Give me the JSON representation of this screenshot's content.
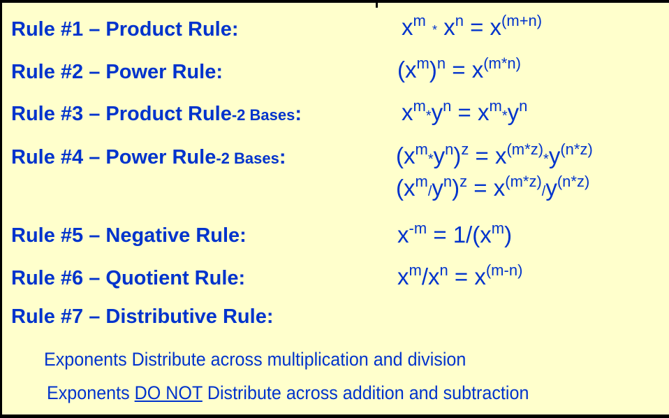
{
  "colors": {
    "background": "#ffffcc",
    "text": "#0033cc",
    "border": "#000000"
  },
  "rules": [
    {
      "label": "Rule #1 – Product Rule:",
      "formula": "x^m * x^n = x^(m+n)"
    },
    {
      "label": "Rule #2 – Power Rule:",
      "formula": "(x^m)^n = x^(m*n)"
    },
    {
      "label": "Rule #3 – Product Rule",
      "label_suffix": "-2 Bases",
      "label_colon": ":",
      "formula": "x^m*y^n = x^m*y^n"
    },
    {
      "label": "Rule #4 – Power Rule",
      "label_suffix": "-2 Bases",
      "label_colon": ":",
      "formula": "(x^m*y^n)^z = x^(m*z)*y^(n*z)",
      "formula_2": "(x^m/y^n)^z = x^(m*z)/y^(n*z)"
    },
    {
      "label": "Rule #5 – Negative Rule:",
      "formula": "x^-m = 1/(x^m)"
    },
    {
      "label": "Rule #6 – Quotient Rule:",
      "formula": "x^m/x^n = x^(m-n)"
    },
    {
      "label": "Rule #7 – Distributive Rule:"
    }
  ],
  "tokens": {
    "x": "x",
    "y": "y",
    "m": "m",
    "n": "n",
    "z": "z",
    "neg_m": "-m",
    "star": "*",
    "slash": "/",
    "eq": " = ",
    "lp": "(",
    "rp": ")",
    "one_over": "1/(",
    "exp_m_plus_n": "(m+n)",
    "exp_m_times_n": "(m*n)",
    "exp_m_times_z": "(m*z)",
    "exp_n_times_z": "(n*z)",
    "exp_m_minus_n": "(m-n)"
  },
  "notes": {
    "line1": "Exponents Distribute across multiplication and division",
    "line2_prefix": "Exponents ",
    "line2_emphasis": "DO NOT",
    "line2_suffix": " Distribute across addition and subtraction"
  }
}
